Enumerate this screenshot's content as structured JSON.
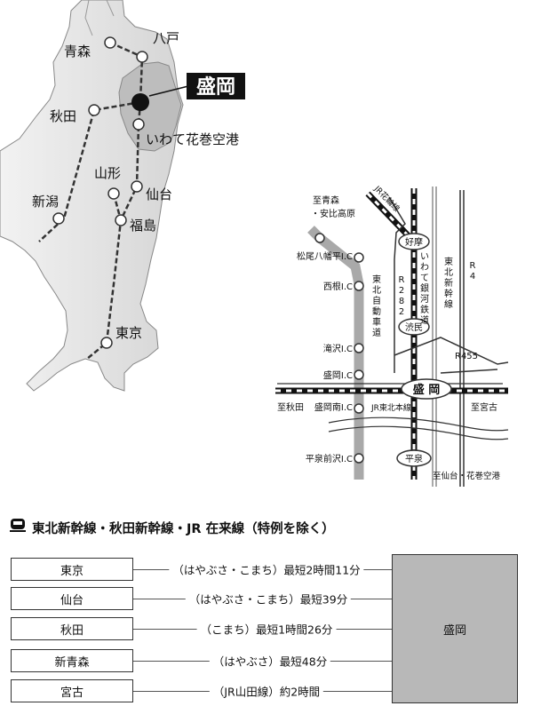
{
  "overview_map": {
    "highlight_city": "盛岡",
    "cities": [
      {
        "id": "aomori",
        "name": "青森"
      },
      {
        "id": "hachinohe",
        "name": "八戸"
      },
      {
        "id": "akita",
        "name": "秋田"
      },
      {
        "id": "airport",
        "name": "いわて花巻空港"
      },
      {
        "id": "yamagata",
        "name": "山形"
      },
      {
        "id": "sendai",
        "name": "仙台"
      },
      {
        "id": "niigata",
        "name": "新潟"
      },
      {
        "id": "fukushima",
        "name": "福島"
      },
      {
        "id": "tokyo",
        "name": "東京"
      }
    ]
  },
  "local_map": {
    "labels": {
      "to_aomori": [
        "至青森",
        "・安比高原"
      ],
      "jr_hanawa": "JR花輪線",
      "koma": "好摩",
      "matsuo": "松尾八幡平I.C",
      "nishine": "西根I.C",
      "takizawa": "滝沢I.C",
      "morioka_ic": "盛岡I.C",
      "tohoku_exp": [
        "東",
        "北",
        "自",
        "動",
        "車",
        "道"
      ],
      "r282": [
        "R",
        "2",
        "8",
        "2"
      ],
      "iwate_ginga": [
        "い",
        "わ",
        "て",
        "銀",
        "河",
        "鉄",
        "道"
      ],
      "shinkansen": [
        "東",
        "北",
        "新",
        "幹",
        "線"
      ],
      "r4": [
        "R",
        "4"
      ],
      "shibutami": "渋民",
      "r455": "R455",
      "morioka": "盛 岡",
      "to_akita": "至秋田",
      "morioka_minami": "盛岡南I.C",
      "jr_tohoku": "JR東北本線",
      "to_miyako": "至宮古",
      "hiraizumi": "平泉",
      "hiraizumi_maesawa": "平泉前沢I.C",
      "to_sendai": "至仙台・花巻空港"
    }
  },
  "access": {
    "title": "東北新幹線・秋田新幹線・JR 在来線（特例を除く）",
    "destination": "盛岡",
    "routes": [
      {
        "from": "東京",
        "via": "（はやぶさ・こまち）最短2時間11分"
      },
      {
        "from": "仙台",
        "via": "（はやぶさ・こまち）最短39分"
      },
      {
        "from": "秋田",
        "via": "（こまち）最短1時間26分"
      },
      {
        "from": "新青森",
        "via": "（はやぶさ）最短48分"
      },
      {
        "from": "宮古",
        "via": "（JR山田線）約2時間"
      }
    ]
  },
  "colors": {
    "highlight": "#111111",
    "land": "#dcdcdc",
    "region": "#bdbdbd",
    "rail_gray": "#a9a9a9"
  },
  "icons": {
    "title_icon": "train-icon"
  }
}
